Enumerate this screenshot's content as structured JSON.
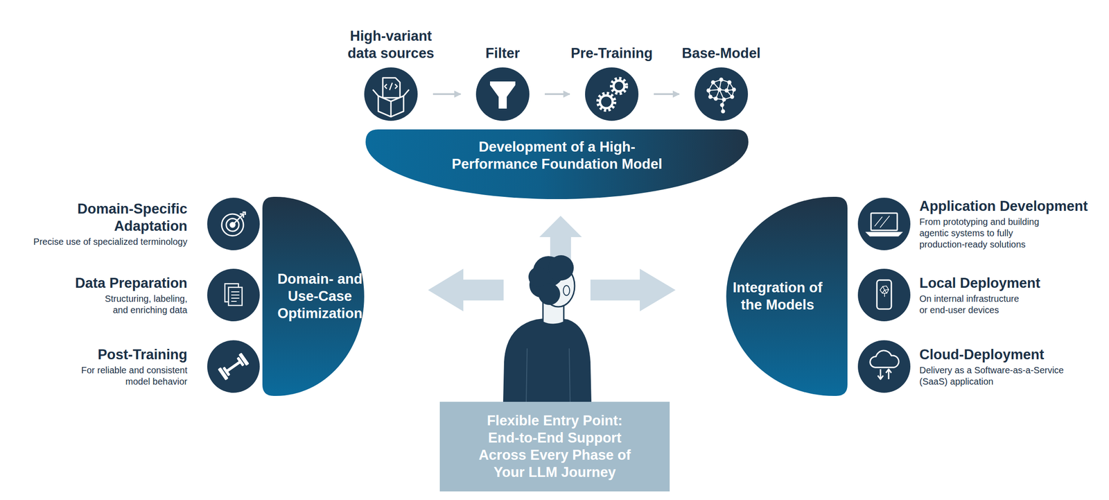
{
  "diagram": {
    "nodes": [
      {
        "text": [
          "High-variant data sources"
        ]
      },
      {
        "text": [
          "Filter"
        ]
      },
      {
        "text": [
          "Pre-Training"
        ]
      },
      {
        "text": [
          "Base-Model"
        ]
      },
      {
        "text": [
          "Development of a High-Performance Foundation Model"
        ]
      },
      {
        "text": [
          "Domain- and Use-Case Optimization"
        ]
      },
      {
        "text": [
          "Domain-Specific Adaptation",
          "Precise use of specialized terminology"
        ]
      },
      {
        "text": [
          "Data Preparation",
          "Structuring, labeling, and enriching data"
        ]
      },
      {
        "text": [
          "Post-Training",
          "For reliable and consistent model behavior"
        ]
      },
      {
        "text": [
          "Integration of the Models"
        ]
      },
      {
        "text": [
          "Application Development",
          "From prototyping and building agentic systems to fully production-ready solutions"
        ]
      },
      {
        "text": [
          "Local Deployment",
          "On internal infrastructure or end-user devices"
        ]
      },
      {
        "text": [
          "Cloud-Deployment",
          "Delivery as a Software-as-a-Service (SaaS) application"
        ]
      },
      {
        "text": [
          "Flexible Entry Point: End-to-End Support Across Every Phase of Your LLM Journey"
        ]
      }
    ],
    "edges": [
      {
        "from": 0,
        "to": 1,
        "arrow": "to"
      },
      {
        "from": 1,
        "to": 2,
        "arrow": "to"
      },
      {
        "from": 2,
        "to": 3,
        "arrow": "to"
      }
    ]
  }
}
